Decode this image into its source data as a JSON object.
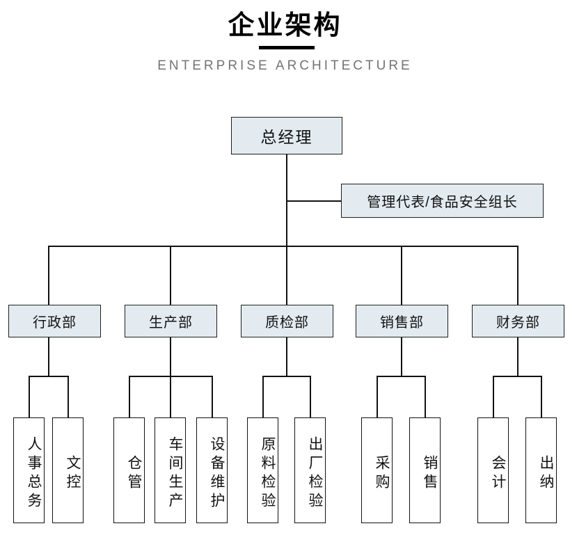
{
  "header": {
    "title": "企业架构",
    "subtitle": "ENTERPRISE ARCHITECTURE"
  },
  "colors": {
    "node_fill": "#e3ebf1",
    "node_border": "#1d1d1d",
    "leaf_fill": "#ffffff",
    "line": "#111111",
    "title": "#000000",
    "subtitle": "#737373",
    "background": "#ffffff"
  },
  "chart_data": {
    "type": "diagram",
    "title": "企业架构",
    "subtitle": "ENTERPRISE ARCHITECTURE",
    "root": {
      "id": "gm",
      "label": "总经理",
      "level": "top"
    },
    "staff": {
      "id": "mgmt-rep",
      "label": "管理代表/食品安全组长",
      "level": "staff",
      "attached_to": "gm"
    },
    "departments": [
      {
        "id": "admin",
        "label": "行政部",
        "children": [
          {
            "id": "hr-affairs",
            "label": "人事总务"
          },
          {
            "id": "doc-control",
            "label": "文控"
          }
        ]
      },
      {
        "id": "production",
        "label": "生产部",
        "children": [
          {
            "id": "warehouse",
            "label": "仓管"
          },
          {
            "id": "workshop",
            "label": "车间生产"
          },
          {
            "id": "maintenance",
            "label": "设备维护"
          }
        ]
      },
      {
        "id": "quality",
        "label": "质检部",
        "children": [
          {
            "id": "raw-inspect",
            "label": "原料检验"
          },
          {
            "id": "final-inspect",
            "label": "出厂检验"
          }
        ]
      },
      {
        "id": "sales",
        "label": "销售部",
        "children": [
          {
            "id": "purchasing",
            "label": "采购"
          },
          {
            "id": "selling",
            "label": "销售"
          }
        ]
      },
      {
        "id": "finance",
        "label": "财务部",
        "children": [
          {
            "id": "accounting",
            "label": "会计"
          },
          {
            "id": "cashier",
            "label": "出纳"
          }
        ]
      }
    ],
    "counts": {
      "departments": 5,
      "leaf_units": 11,
      "levels": 3
    }
  }
}
